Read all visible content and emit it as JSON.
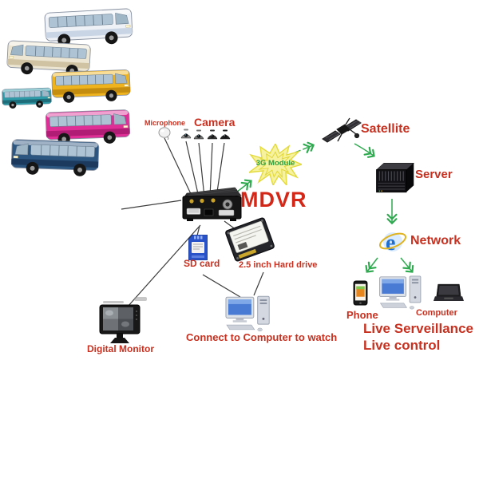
{
  "diagram": {
    "labels": {
      "microphone": "Microphone",
      "camera": "Camera",
      "mdvr": "MDVR",
      "module_3g": "3G Module",
      "satellite": "Satellite",
      "server": "Server",
      "network": "Network",
      "phone": "Phone",
      "computer": "Computer",
      "live_surveillance": "Live Serveillance",
      "live_control": "Live control",
      "sd_card": "SD card",
      "hard_drive": "2.5 inch Hard drive",
      "connect_watch": "Connect to Computer to watch",
      "digital_monitor": "Digital Monitor"
    },
    "icons": {
      "ie_glyph": "e"
    },
    "colors": {
      "label_red": "#c8301f",
      "mdvr_red": "#d42718",
      "arrow_green": "#2fa94f",
      "module_fill_yellow": "#f7f29e",
      "module_text_green": "#2e9e3e"
    },
    "nodes": [
      "bus-fleet",
      "microphone",
      "camera",
      "mdvr",
      "3g-module",
      "satellite",
      "server",
      "network",
      "phone",
      "computer",
      "laptop",
      "sd-card",
      "hard-drive",
      "computer-watch",
      "digital-monitor"
    ],
    "edges": [
      {
        "from": "microphone",
        "to": "mdvr"
      },
      {
        "from": "camera",
        "to": "mdvr"
      },
      {
        "from": "bus-fleet",
        "to": "mdvr"
      },
      {
        "from": "mdvr",
        "to": "3g-module"
      },
      {
        "from": "3g-module",
        "to": "satellite"
      },
      {
        "from": "satellite",
        "to": "server"
      },
      {
        "from": "server",
        "to": "network"
      },
      {
        "from": "network",
        "to": "phone"
      },
      {
        "from": "network",
        "to": "computer"
      },
      {
        "from": "mdvr",
        "to": "digital-monitor"
      },
      {
        "from": "mdvr",
        "to": "sd-card"
      },
      {
        "from": "mdvr",
        "to": "hard-drive"
      },
      {
        "from": "sd-card",
        "to": "computer-watch"
      },
      {
        "from": "hard-drive",
        "to": "computer-watch"
      }
    ]
  }
}
